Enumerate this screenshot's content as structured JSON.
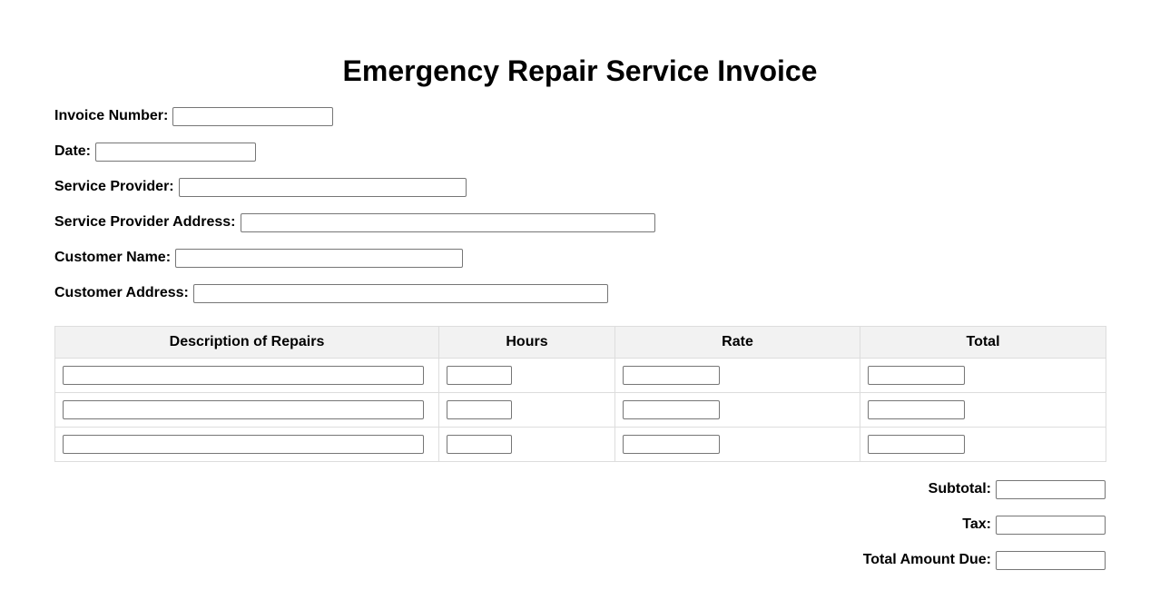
{
  "title": "Emergency Repair Service Invoice",
  "fields": {
    "invoice_number": {
      "label": "Invoice Number:",
      "value": ""
    },
    "date": {
      "label": "Date:",
      "value": ""
    },
    "service_provider": {
      "label": "Service Provider:",
      "value": ""
    },
    "service_provider_address": {
      "label": "Service Provider Address:",
      "value": ""
    },
    "customer_name": {
      "label": "Customer Name:",
      "value": ""
    },
    "customer_address": {
      "label": "Customer Address:",
      "value": ""
    }
  },
  "table": {
    "headers": [
      "Description of Repairs",
      "Hours",
      "Rate",
      "Total"
    ],
    "rows": [
      [
        "",
        "",
        "",
        ""
      ],
      [
        "",
        "",
        "",
        ""
      ],
      [
        "",
        "",
        "",
        ""
      ]
    ]
  },
  "totals": {
    "subtotal": {
      "label": "Subtotal:",
      "value": ""
    },
    "tax": {
      "label": "Tax:",
      "value": ""
    },
    "total_due": {
      "label": "Total Amount Due:",
      "value": ""
    }
  }
}
